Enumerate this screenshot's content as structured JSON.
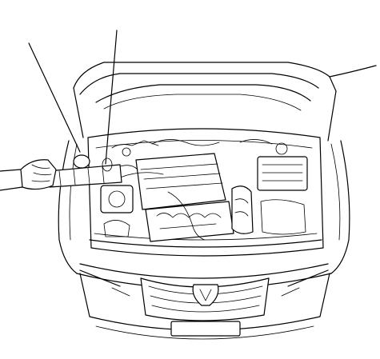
{
  "diagram": {
    "callout_count": 2,
    "colors": {
      "line": "#000000",
      "background": "#ffffff"
    },
    "parts": [
      "hood",
      "engine-bay",
      "engine-cover",
      "intake-hose",
      "front-grille",
      "emblem",
      "front-bumper",
      "mechanic-hand"
    ]
  }
}
